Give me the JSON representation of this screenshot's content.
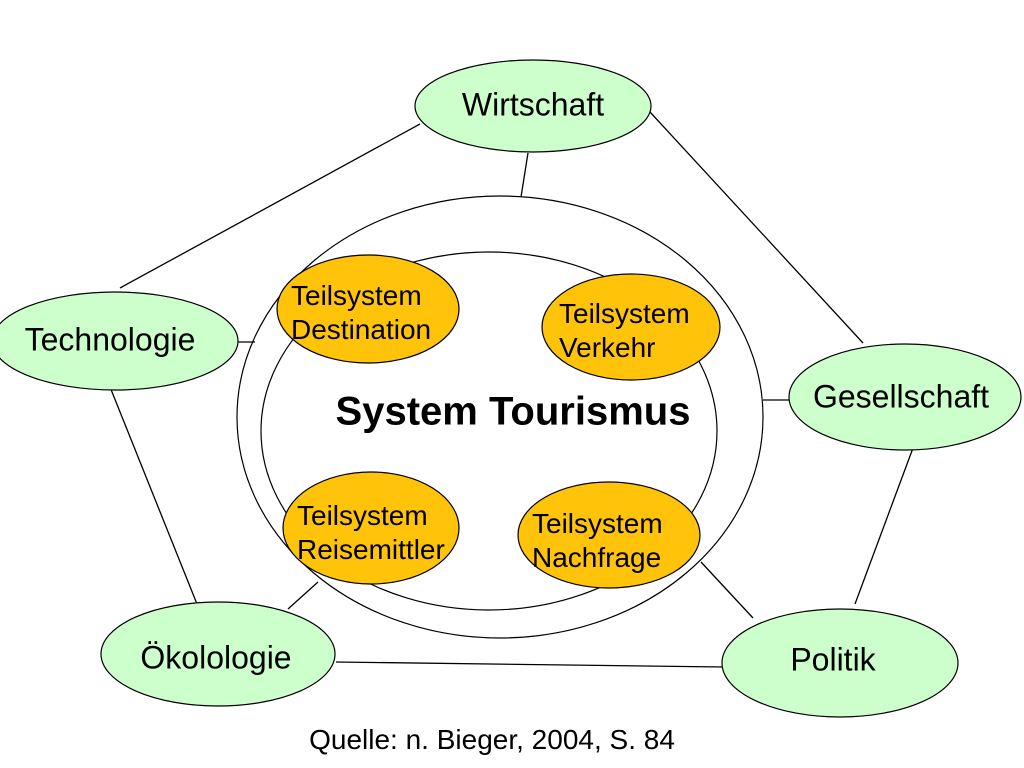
{
  "title": "System Tourismus",
  "caption": "Quelle: n. Bieger, 2004, S. 84",
  "colors": {
    "environment_fill": "#ccffcc",
    "subsystem_fill": "#ffc409",
    "stroke": "#000000",
    "background": "#ffffff",
    "text": "#000000"
  },
  "environment": [
    {
      "id": "wirtschaft",
      "label": "Wirtschaft"
    },
    {
      "id": "technologie",
      "label": "Technologie"
    },
    {
      "id": "gesellschaft",
      "label": "Gesellschaft"
    },
    {
      "id": "oekolologie",
      "label": "Ökolologie"
    },
    {
      "id": "politik",
      "label": "Politik"
    }
  ],
  "subsystems": [
    {
      "id": "destination",
      "line1": "Teilsystem",
      "line2": "Destination"
    },
    {
      "id": "verkehr",
      "line1": "Teilsystem",
      "line2": "Verkehr"
    },
    {
      "id": "reisemittler",
      "line1": "Teilsystem",
      "line2": "Reisemittler"
    },
    {
      "id": "nachfrage",
      "line1": "Teilsystem",
      "line2": "Nachfrage"
    }
  ]
}
